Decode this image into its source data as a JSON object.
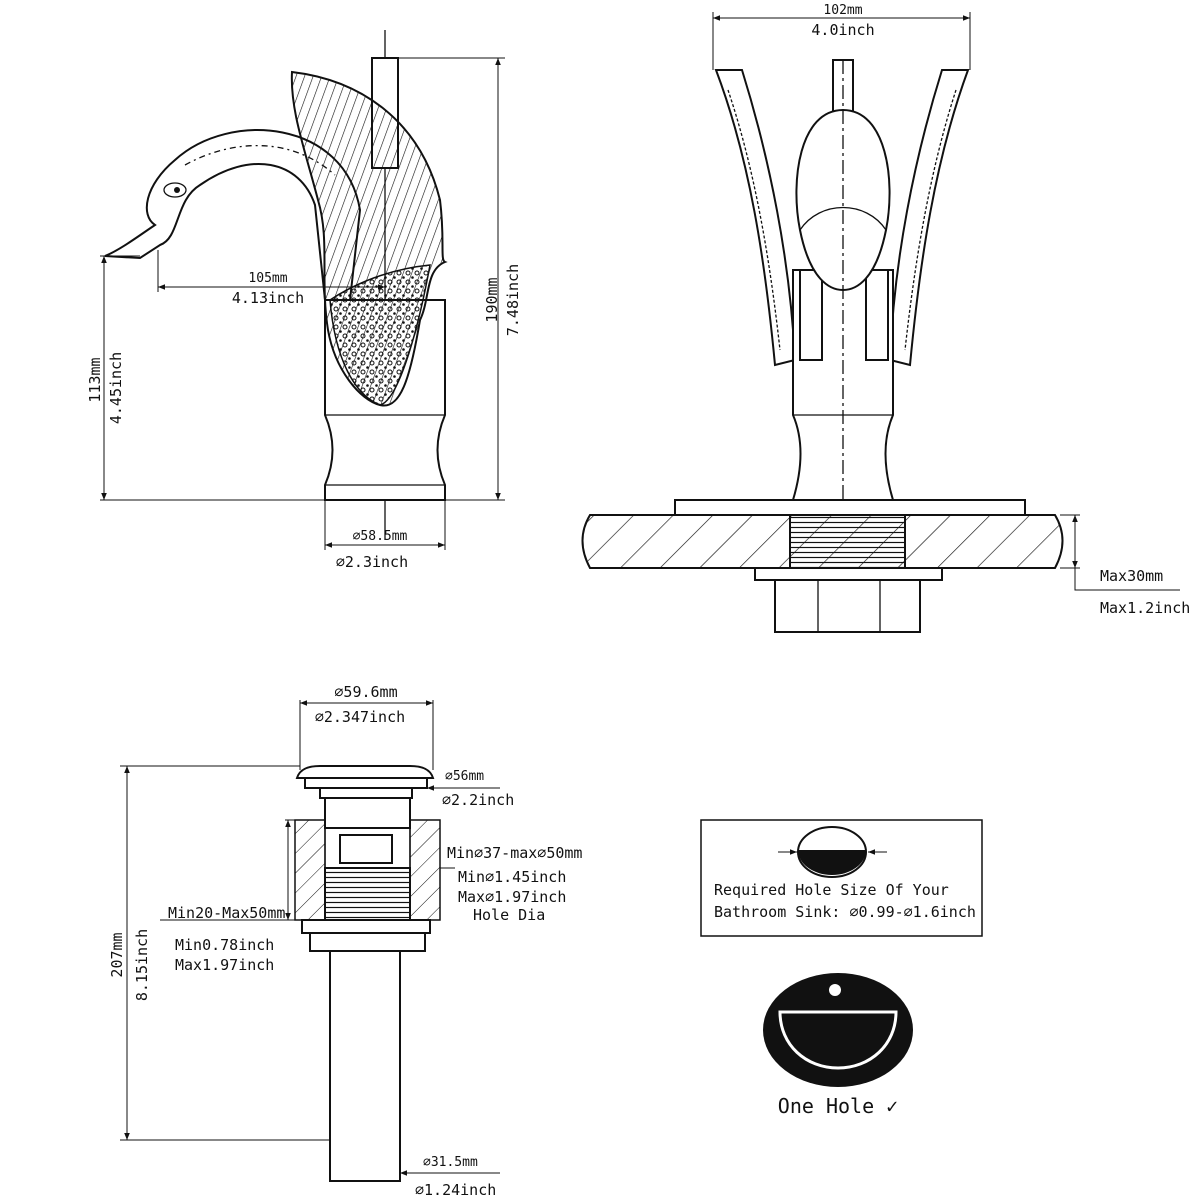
{
  "faucet_side": {
    "height_mm": "190mm",
    "height_inch": "7.48inch",
    "spout_height_mm": "113mm",
    "spout_height_inch": "4.45inch",
    "reach_mm": "105mm",
    "reach_inch": "4.13inch",
    "base_dia_mm": "⌀58.5mm",
    "base_dia_inch": "⌀2.3inch"
  },
  "faucet_front": {
    "width_mm": "102mm",
    "width_inch": "4.0inch",
    "deck_max_mm": "Max30mm",
    "deck_max_inch": "Max1.2inch"
  },
  "drain": {
    "cap_dia_mm": "⌀59.6mm",
    "cap_dia_inch": "⌀2.347inch",
    "flange_dia_mm": "⌀56mm",
    "flange_dia_inch": "⌀2.2inch",
    "hole_min_max_mm": "Min⌀37-max⌀50mm",
    "hole_min_inch": "Min⌀1.45inch",
    "hole_max_inch": "Max⌀1.97inch",
    "hole_dia_label": "Hole Dia",
    "thickness_mm": "Min20-Max50mm",
    "thickness_min_inch": "Min0.78inch",
    "thickness_max_inch": "Max1.97inch",
    "total_height_mm": "207mm",
    "total_height_inch": "8.15inch",
    "pipe_dia_mm": "⌀31.5mm",
    "pipe_dia_inch": "⌀1.24inch"
  },
  "hole_info": {
    "line1": "Required Hole Size Of Your",
    "line2": "Bathroom Sink: ⌀0.99-⌀1.6inch"
  },
  "sink": {
    "caption": "One Hole ✓"
  }
}
